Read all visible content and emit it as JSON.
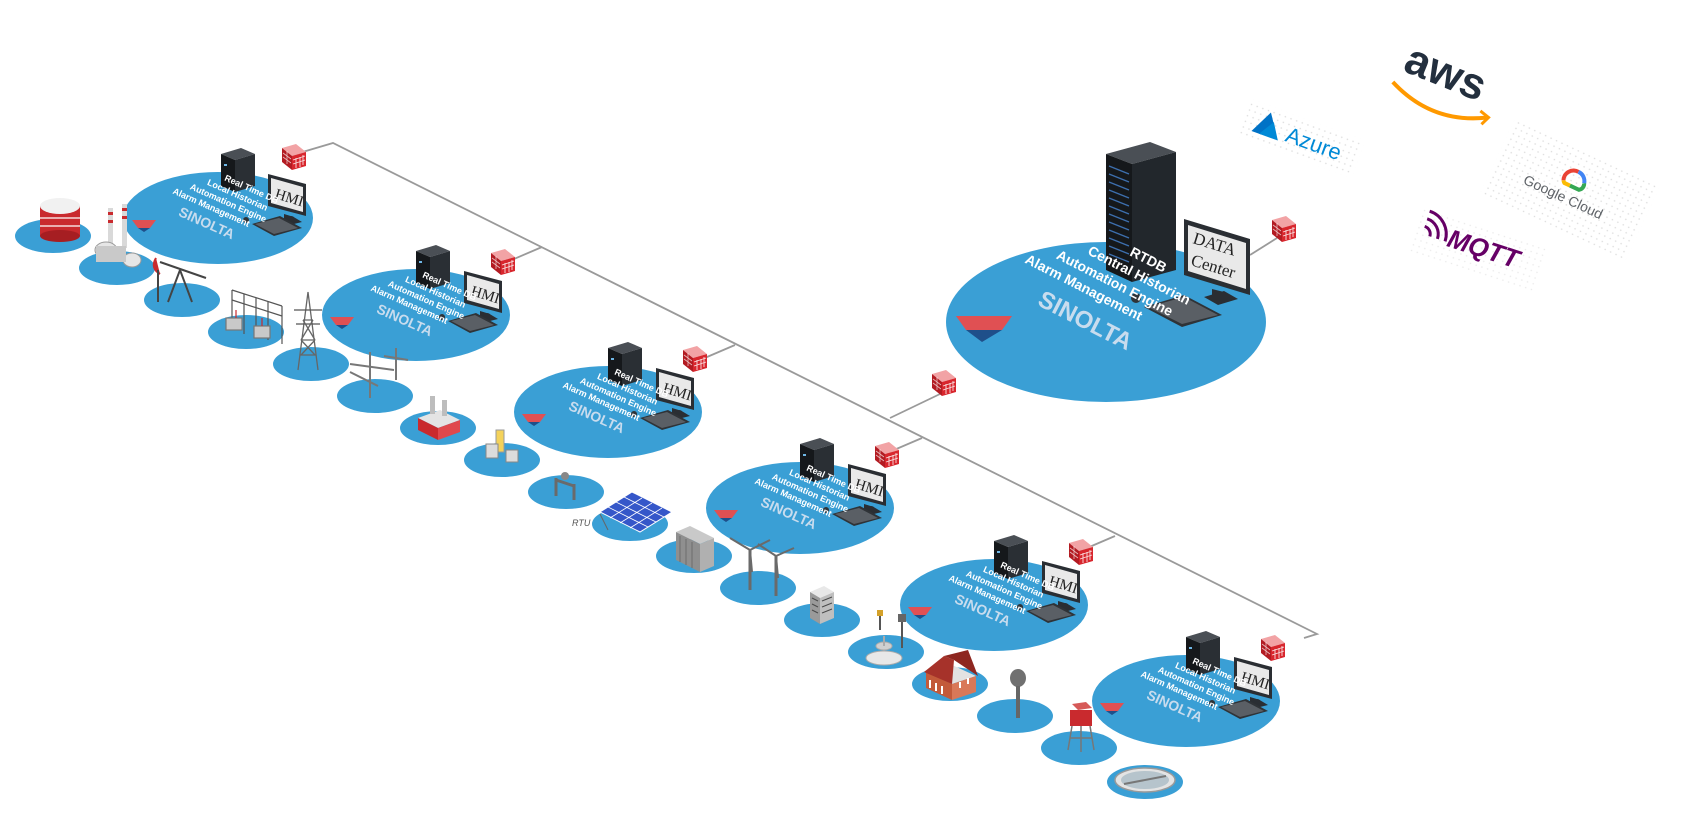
{
  "site_node": {
    "lines": [
      "Real Time DB",
      "Local Historian",
      "Automation Engine",
      "Alarm Management"
    ],
    "brand": "SINOLTA",
    "hmi": "HMI"
  },
  "central_node": {
    "lines": [
      "RTDB",
      "Central Historian",
      "Automation Engine",
      "Alarm Management"
    ],
    "brand": "SINOLTA",
    "monitor_line1": "DATA",
    "monitor_line2": "Center"
  },
  "cloud_logos": {
    "aws": "aws",
    "azure": "Azure",
    "google": "Google Cloud",
    "mqtt": "MQTT"
  },
  "field_labels": {
    "rtu": "RTU"
  },
  "colors": {
    "node_blue": "#3a9fd5",
    "firewall_red": "#d8262d",
    "server_dark": "#1e2226",
    "aws_orange": "#ff9900",
    "azure_blue": "#0089d6",
    "mqtt_purple": "#660066",
    "line_grey": "#9a9a9a"
  },
  "icons": [
    "server-tower-icon",
    "hmi-monitor-icon",
    "keyboard-icon",
    "firewall-icon",
    "rack-server-icon",
    "storage-tank-icon",
    "refinery-icon",
    "pumpjack-icon",
    "substation-icon",
    "transmission-tower-icon",
    "power-pole-icon",
    "pump-station-icon",
    "generator-icon",
    "pipeline-valve-icon",
    "rtu-antenna-icon",
    "solar-panel-icon",
    "inverter-icon",
    "wind-turbine-icon",
    "office-building-icon",
    "fountain-icon",
    "house-icon",
    "street-lamp-icon",
    "water-tower-icon",
    "treatment-tank-icon"
  ]
}
